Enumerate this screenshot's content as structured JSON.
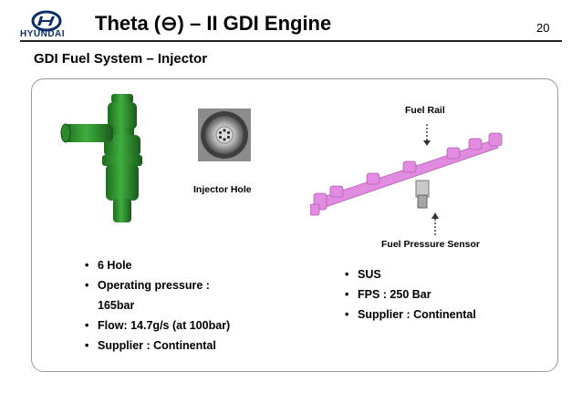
{
  "header": {
    "brand": "HYUNDAI",
    "title": "Theta (⊖) – II GDI Engine",
    "page_number": "20"
  },
  "subtitle": "GDI Fuel System – Injector",
  "labels": {
    "injector_hole": "Injector Hole",
    "fuel_rail": "Fuel Rail",
    "fuel_pressure_sensor": "Fuel Pressure Sensor"
  },
  "injector_specs": [
    "6 Hole",
    "Operating pressure :",
    "165bar",
    "Flow: 14.7g/s (at 100bar)",
    "Supplier : Continental"
  ],
  "rail_specs": [
    "SUS",
    "FPS : 250 Bar",
    "Supplier : Continental"
  ],
  "colors": {
    "injector": "#2e8b2e",
    "rail": "#e58ee5",
    "brand": "#0b2f6b"
  }
}
